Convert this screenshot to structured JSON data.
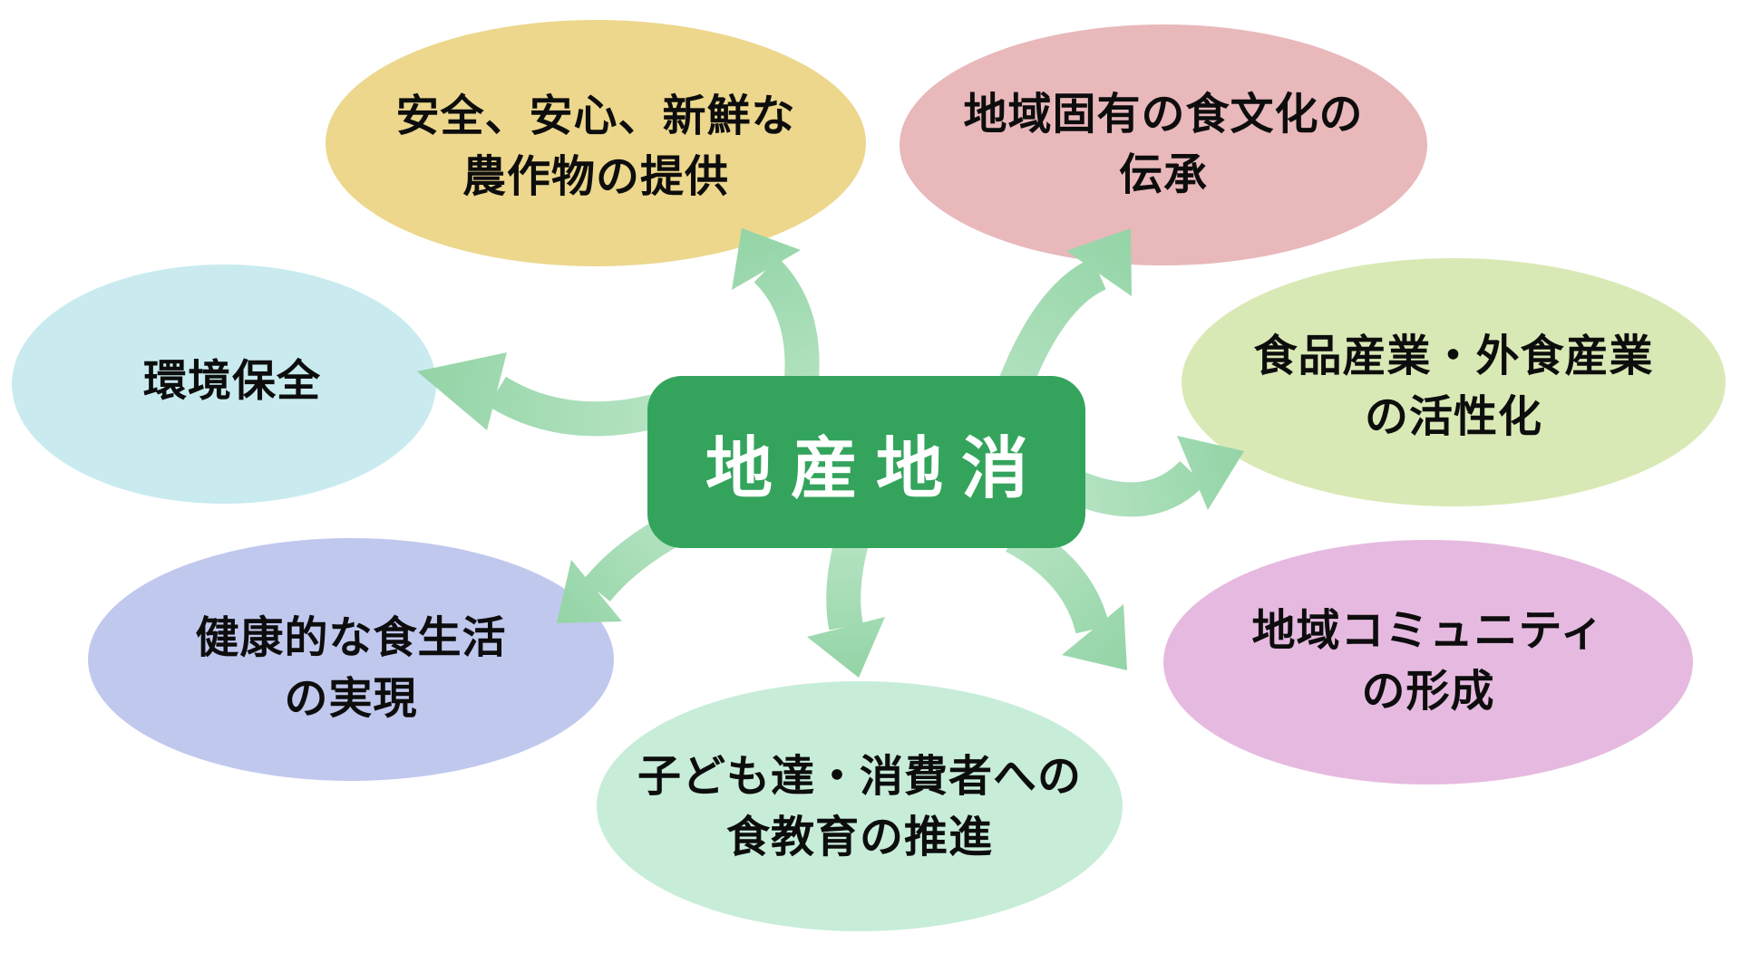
{
  "background": "#ffffff",
  "diagram": {
    "center": {
      "label": "地産地消",
      "color": "#34a45d",
      "text_color": "#ffffff"
    },
    "arrow": {
      "tail_color": "#b5e3c2",
      "head_color": "#93d4a6"
    },
    "text_color": "#0d0d0d",
    "nodes": [
      {
        "id": "safe-fresh-produce",
        "line1": "安全、安心、新鮮な",
        "line2": "農作物の提供",
        "color": "#ecd78d"
      },
      {
        "id": "local-food-culture",
        "line1": "地域固有の食文化の",
        "line2": "伝承",
        "color": "#e8b8bb"
      },
      {
        "id": "food-industry-vitalization",
        "line1": "食品産業・外食産業",
        "line2": "の活性化",
        "color": "#d9e9b5"
      },
      {
        "id": "community-formation",
        "line1": "地域コミュニティ",
        "line2": "の形成",
        "color": "#e6bae0"
      },
      {
        "id": "food-education-promotion",
        "line1": "子ども達・消費者への",
        "line2": "食教育の推進",
        "color": "#c7edd9"
      },
      {
        "id": "healthy-diet-realization",
        "line1": "健康的な食生活",
        "line2": "の実現",
        "color": "#c1c8ee"
      },
      {
        "id": "environmental-protection",
        "line1": "環境保全",
        "line2": "",
        "color": "#c9ebef"
      }
    ]
  }
}
